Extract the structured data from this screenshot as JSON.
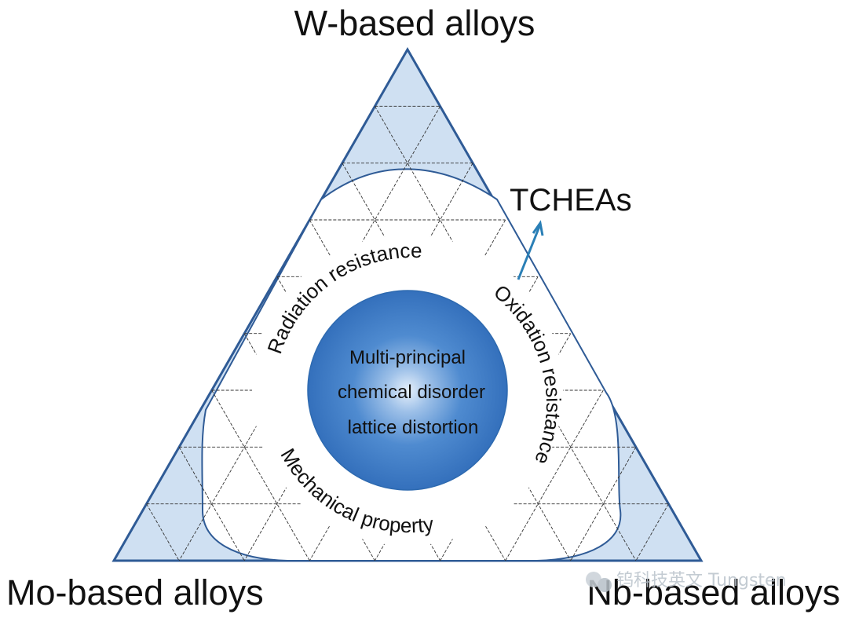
{
  "vertices": {
    "top": "W-based alloys",
    "left": "Mo-based alloys",
    "right": "Nb-based alloys"
  },
  "tag": {
    "label": "TCHEAs"
  },
  "properties": {
    "top_left": "Radiation resistance",
    "right": "Oxidation resistance",
    "bottom": "Mechanical property"
  },
  "core": {
    "lines": [
      "Multi-principal",
      "chemical disorder",
      "lattice distortion"
    ]
  },
  "watermark": {
    "text": "钨科技英文 Tungsten"
  },
  "colors": {
    "triangle_fill": "#cfe0f2",
    "triangle_stroke": "#2f5b96",
    "core_fill": "#3f7ec8",
    "core_highlight": "#e3eef9",
    "arrow": "#2a7fb6"
  },
  "icons": {
    "watermark_logo": "wechat-logo-icon"
  }
}
